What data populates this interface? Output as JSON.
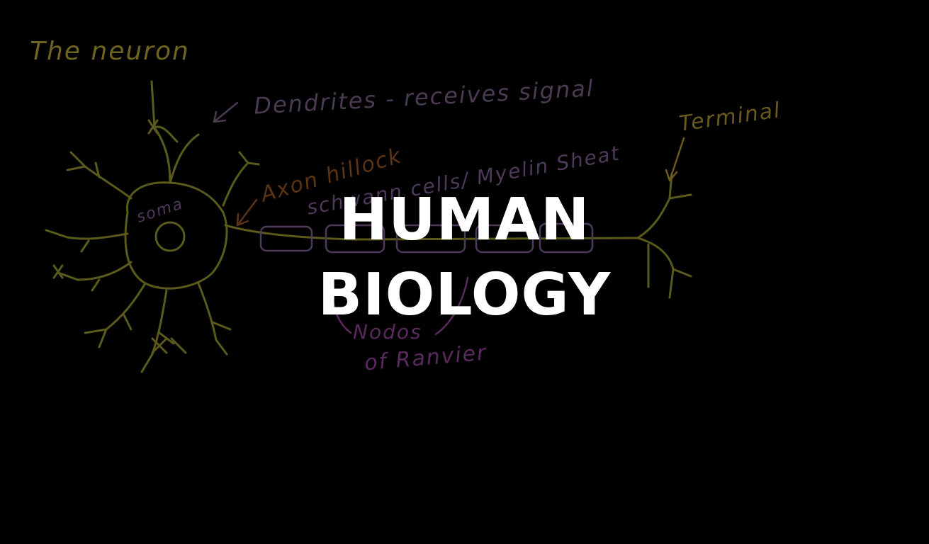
{
  "colors": {
    "background": "#000000",
    "neuron": "#5a5a1c",
    "title_label": "#6e6420",
    "dendrite_label": "#4a3a52",
    "axon_hillock": "#5a3414",
    "myelin": "#4e3a58",
    "nodes": "#5a2a5e",
    "terminal": "#6a5a1e",
    "overlay_text": "#ffffff"
  },
  "labels": {
    "the_neuron": "The neuron",
    "dendrites": "Dendrites - receives signal",
    "soma": "soma",
    "axon_hillock": "Axon hillock",
    "myelin": "schwann cells/ Myelin Sheat",
    "terminal": "Terminal",
    "nodes_line1": "Nodos",
    "nodes_line2": "of Ranvier"
  },
  "overlay": {
    "line1": "HUMAN",
    "line2": "BIOLOGY"
  }
}
